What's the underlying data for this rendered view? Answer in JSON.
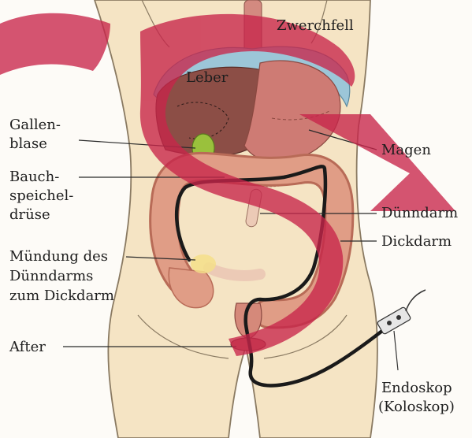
{
  "figure": {
    "labels": {
      "zwerchfell": "Zwerchfell",
      "leber": "Leber",
      "gallenblase_l1": "Gallen-",
      "gallenblase_l2": "blase",
      "bauch_l1": "Bauch-",
      "bauch_l2": "speichel-",
      "bauch_l3": "drüse",
      "magen": "Magen",
      "duenndarm": "Dünndarm",
      "dickdarm": "Dickdarm",
      "muendung_l1": "Mündung des",
      "muendung_l2": "Dünndarms",
      "muendung_l3": "zum Dickdarm",
      "after": "After",
      "endoskop_l1": "Endoskop",
      "endoskop_l2": "(Koloskop)"
    },
    "colors": {
      "background": "#fdfbf7",
      "skin": "#f5e4c4",
      "skin_outline": "#8a7a62",
      "liver": "#8c4e46",
      "stomach": "#ce7b74",
      "colon": "#e09d86",
      "colon_dark": "#b86b57",
      "small_intestine": "#eccab6",
      "diaphragm": "#9cc6d8",
      "gallbladder": "#9ac13c",
      "endoscope": "#1a1a1a",
      "watermark": "#c8254a"
    },
    "icons": {
      "watermark": "watermark-swoosh",
      "endoscope_handle": "endoscope-handle-icon"
    }
  }
}
